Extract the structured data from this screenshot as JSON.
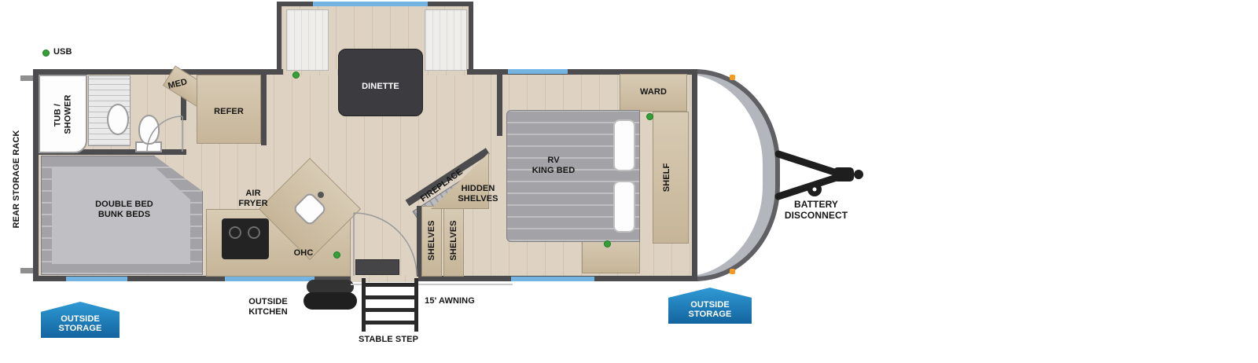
{
  "labels": {
    "usb": "USB",
    "rear_storage_rack": "REAR STORAGE RACK",
    "tub_shower": "TUB / SHOWER",
    "med": "MED",
    "refer": "REFER",
    "dinette": "DINETTE",
    "double_bed_bunk_beds": "DOUBLE BED BUNK BEDS",
    "air_fryer": "AIR FRYER",
    "ohc": "OHC",
    "fireplace": "FIREPLACE",
    "hidden_shelves": "HIDDEN SHELVES",
    "shelves": "SHELVES",
    "rv": "RV",
    "king_bed": "KING BED",
    "ward": "WARD",
    "shelf": "SHELF",
    "battery_disconnect": "BATTERY DISCONNECT",
    "outside_storage": "OUTSIDE STORAGE",
    "outside_kitchen": "OUTSIDE KITCHEN",
    "stable_step": "STABLE STEP",
    "awning": "15' AWNING"
  },
  "colors": {
    "wall": "#4c4c4e",
    "floor": "#ded3c2",
    "accent_blue": "#74b4e2",
    "badge_blue": "#1d76b4",
    "usb_green": "#33a135",
    "marker_orange": "#f59b1e"
  }
}
